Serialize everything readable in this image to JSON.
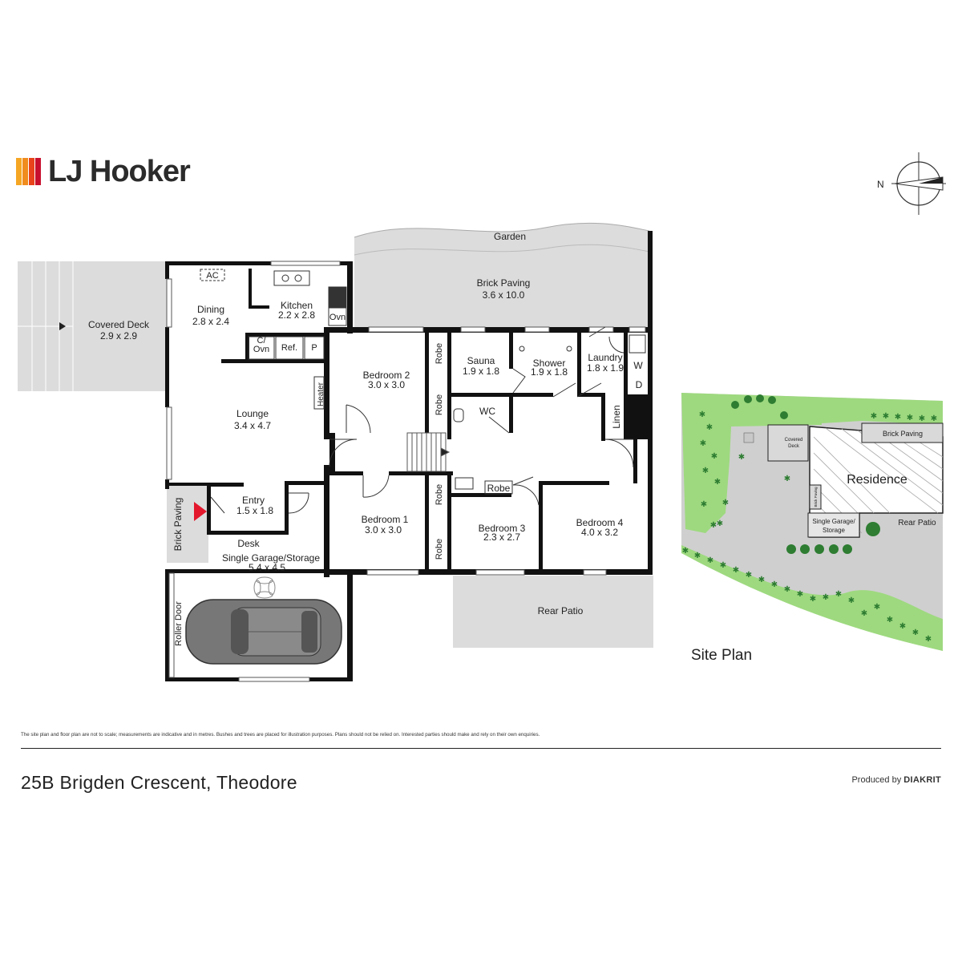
{
  "brand": {
    "name": "LJ Hooker",
    "bar_colors": [
      "#f5a623",
      "#f08c1e",
      "#e8431a",
      "#c8102e"
    ]
  },
  "compass_label": "N",
  "rooms": {
    "covered_deck": {
      "name": "Covered Deck",
      "size": "2.9 x 2.9"
    },
    "dining": {
      "name": "Dining",
      "size": "2.8 x 2.4"
    },
    "kitchen": {
      "name": "Kitchen",
      "size": "2.2 x 2.8"
    },
    "lounge": {
      "name": "Lounge",
      "size": "3.4 x 4.7"
    },
    "entry": {
      "name": "Entry",
      "size": "1.5 x 1.8"
    },
    "garage": {
      "name": "Single Garage/Storage",
      "size": "5.4 x 4.5"
    },
    "bedroom2": {
      "name": "Bedroom 2",
      "size": "3.0 x 3.0"
    },
    "bedroom1": {
      "name": "Bedroom 1",
      "size": "3.0 x 3.0"
    },
    "sauna": {
      "name": "Sauna",
      "size": "1.9 x 1.8"
    },
    "shower": {
      "name": "Shower",
      "size": "1.9 x 1.8"
    },
    "laundry": {
      "name": "Laundry",
      "size": "1.8 x 1.9"
    },
    "bedroom3": {
      "name": "Bedroom 3",
      "size": "2.3 x 2.7"
    },
    "bedroom4": {
      "name": "Bedroom 4",
      "size": "4.0 x 3.2"
    },
    "brick_paving": {
      "name": "Brick Paving",
      "size": "3.6 x 10.0"
    }
  },
  "labels": {
    "garden": "Garden",
    "rear_patio": "Rear Patio",
    "brick_paving_side": "Brick Paving",
    "roller_door": "Roller Door",
    "desk": "Desk",
    "ac": "AC",
    "ovn": "Ovn",
    "c_ovn_1": "C/",
    "c_ovn_2": "Ovn",
    "ref": "Ref.",
    "p": "P",
    "heater": "Heater",
    "robe": "Robe",
    "wc": "WC",
    "linen": "Linen",
    "w": "W",
    "d": "D"
  },
  "site_plan": {
    "title": "Site Plan",
    "residence": "Residence",
    "brick_paving": "Brick Paving",
    "covered_deck_1": "Covered",
    "covered_deck_2": "Deck",
    "garage_1": "Single Garage/",
    "garage_2": "Storage",
    "rear_patio": "Rear Patio",
    "brick_paving_small": "Brick Paving"
  },
  "disclaimer": "The site plan and floor plan are not to scale; measurements are indicative and in metres. Bushes and trees are placed for illustration purposes. Plans should not be relied on. Interested parties should make and rely on their own enquiries.",
  "address": "25B Brigden Crescent, Theodore",
  "produced_by": {
    "prefix": "Produced by",
    "name": "DIAKRIT"
  },
  "colors": {
    "wall": "#111111",
    "outdoor": "#dcdcdc",
    "lawn": "#9ed97f",
    "tree": "#2e7d32",
    "accent": "#e3182d"
  }
}
